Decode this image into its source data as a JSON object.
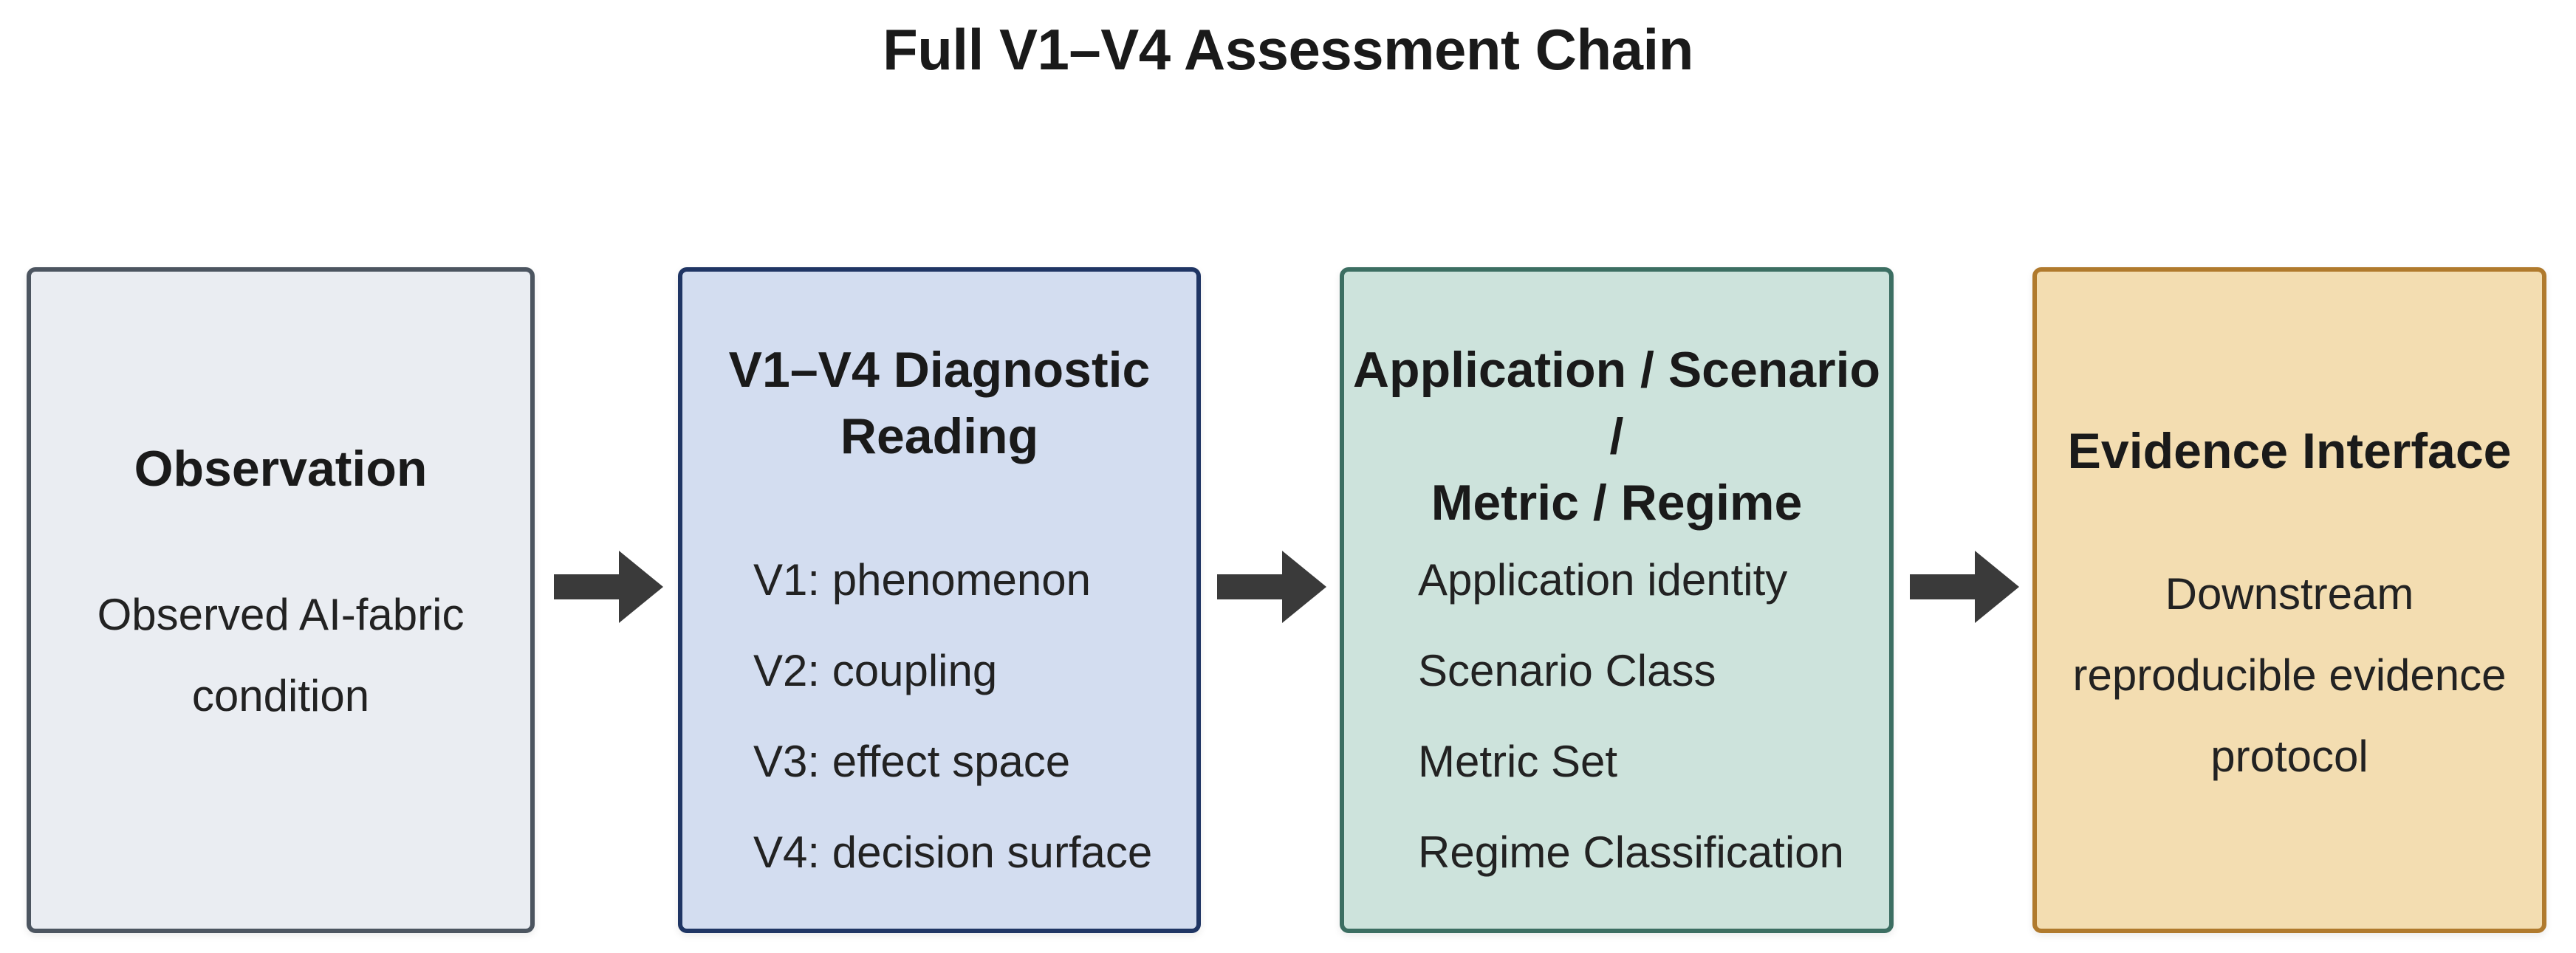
{
  "title": "Full V1–V4 Assessment Chain",
  "boxes": {
    "observation": {
      "title": "Observation",
      "body": [
        "Observed AI-fabric",
        "condition"
      ]
    },
    "diagnostic": {
      "title": [
        "V1–V4 Diagnostic",
        "Reading"
      ],
      "items": [
        "V1: phenomenon",
        "V2: coupling",
        "V3: effect space",
        "V4: decision surface"
      ]
    },
    "application": {
      "title": [
        "Application / Scenario /",
        "Metric / Regime"
      ],
      "items": [
        "Application identity",
        "Scenario Class",
        "Metric Set",
        "Regime Classification"
      ]
    },
    "evidence": {
      "title": "Evidence Interface",
      "body": [
        "Downstream",
        "reproducible evidence",
        "protocol"
      ]
    }
  },
  "colors": {
    "arrow": "#3a3a3a",
    "observation_fill": "#eaedf2",
    "diagnostic_fill": "#d3ddf0",
    "application_fill": "#cde3dc",
    "evidence_fill": "#f3ddb1"
  }
}
